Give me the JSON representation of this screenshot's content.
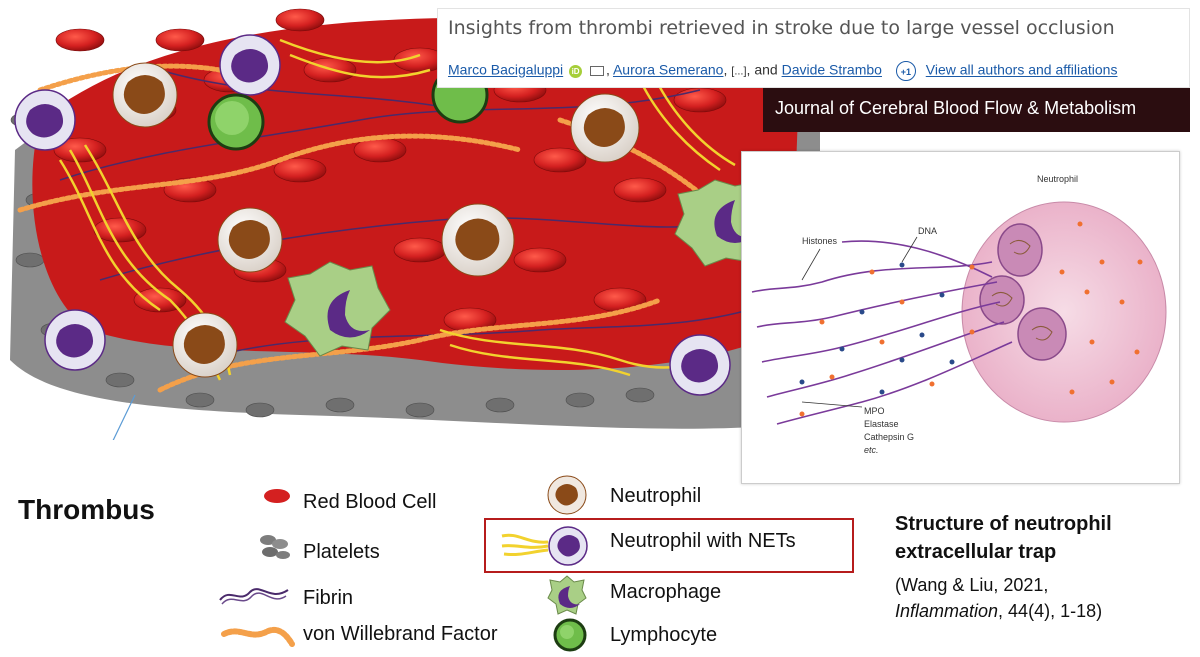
{
  "header": {
    "title": "Insights from thrombi retrieved in stroke due to large vessel occlusion",
    "authors": [
      "Marco Bacigaluppi",
      "Aurora Semerano",
      "Davide Strambo"
    ],
    "sep_comma": ",",
    "ellipsis": "[...]",
    "and_text": ", and",
    "more_badge": "+1",
    "view_all_link": "View all authors and affiliations"
  },
  "journal": {
    "name": "Journal of Cerebral Blood Flow & Metabolism"
  },
  "net_diagram": {
    "neutrophil_label": "Neutrophil",
    "dna_label": "DNA",
    "histones_label": "Histones",
    "proteins": [
      "MPO",
      "Elastase",
      "Cathepsin G",
      "etc."
    ]
  },
  "thrombus_label": "Thrombus",
  "legend": {
    "red_blood_cell": "Red Blood Cell",
    "platelets": "Platelets",
    "fibrin": "Fibrin",
    "vwf": "von Willebrand Factor",
    "neutrophil": "Neutrophil",
    "neutrophil_nets": "Neutrophil with NETs",
    "macrophage": "Macrophage",
    "lymphocyte": "Lymphocyte"
  },
  "citation": {
    "title": "Structure of neutrophil extracellular trap",
    "line1": "(Wang & Liu, 2021,",
    "journal": "Inflammation",
    "line2_rest": ", 44(4), 1-18)"
  },
  "colors": {
    "rbc": "#d42020",
    "platelet": "#8d8d8d",
    "fibrin": "#4a2a6b",
    "vwf": "#f4a04a",
    "net_yellow": "#f2d22e",
    "neutrophil_nucleus": "#8a4a18",
    "macrophage": "#5b2a86",
    "lymphocyte": "#6fbd4a",
    "journal_bg": "#2b0d10",
    "highlight_border": "#b61c1c",
    "link": "#1a5aa8"
  }
}
